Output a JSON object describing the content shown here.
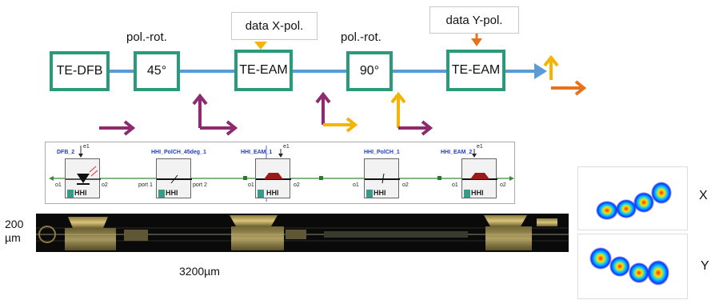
{
  "diagram": {
    "blocks": [
      {
        "id": "dfb",
        "label": "TE-DFB"
      },
      {
        "id": "rot45",
        "label": "45°"
      },
      {
        "id": "eam1",
        "label": "TE-EAM"
      },
      {
        "id": "rot90",
        "label": "90°"
      },
      {
        "id": "eam2",
        "label": "TE-EAM"
      }
    ],
    "labels": {
      "polrot1": "pol.-rot.",
      "polrot2": "pol.-rot."
    },
    "callouts": {
      "x": "data X-pol.",
      "y": "data Y-pol."
    },
    "colors": {
      "block_border": "#2a9a7a",
      "waveguide": "#5b9bd5",
      "te_arrow": "#8e2a6e",
      "x_arrow": "#f4b400",
      "y_arrow": "#e8711c"
    }
  },
  "schematic": {
    "cells": [
      {
        "name": "DFB_2",
        "ports": [
          "o1",
          "o2"
        ],
        "tag": "HHI"
      },
      {
        "name": "HHI_PolCH_45deg_1",
        "ports": [
          "port 1",
          "port 2"
        ],
        "tag": "HHI"
      },
      {
        "name": "HHI_EAM_1",
        "ports": [
          "o1",
          "o2"
        ],
        "tag": "HHI"
      },
      {
        "name": "HHI_PolCH_1",
        "ports": [
          "o1",
          "o2"
        ],
        "tag": "HHI"
      },
      {
        "name": "HHI_EAM_2",
        "ports": [
          "o1",
          "o2"
        ],
        "tag": "HHI"
      }
    ],
    "pin": "e1"
  },
  "chip": {
    "height_label": "200\nµm",
    "length_label": "3200µm"
  },
  "constellations": {
    "x_label": "X",
    "y_label": "Y"
  }
}
